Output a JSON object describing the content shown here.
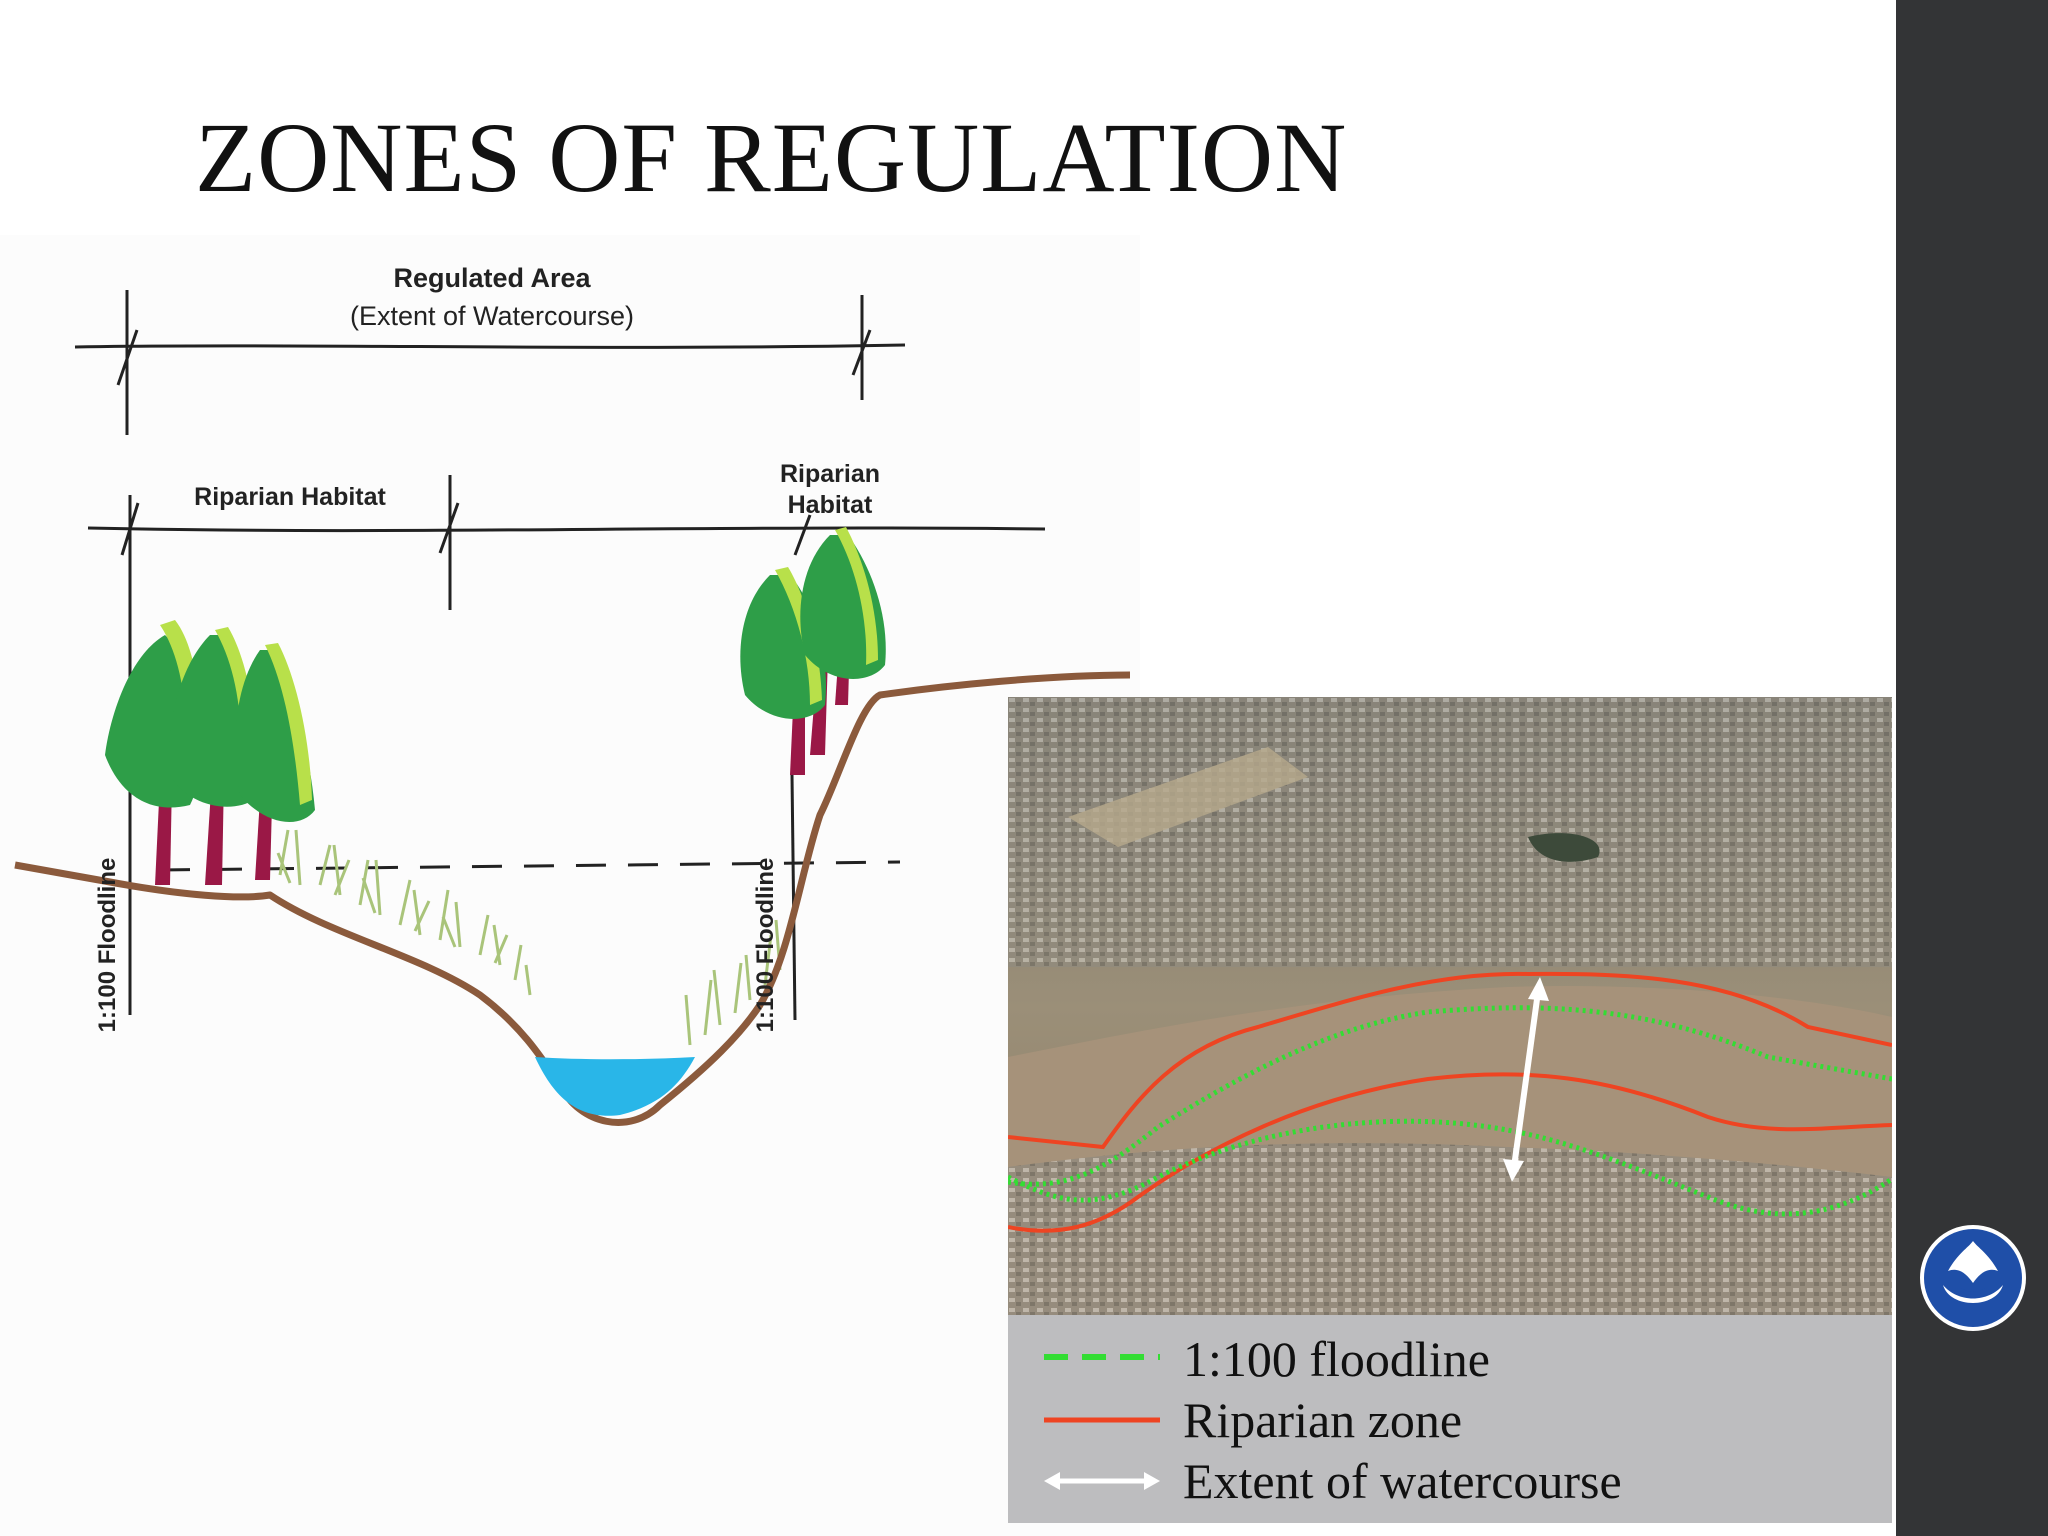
{
  "slide": {
    "title": "ZONES OF REGULATION"
  },
  "diagram": {
    "regulated_area_label": "Regulated Area",
    "regulated_area_sublabel": "(Extent of Watercourse)",
    "riparian_left_label": "Riparian Habitat",
    "riparian_right_label_line1": "Riparian",
    "riparian_right_label_line2": "Habitat",
    "floodline_left_label": "1:100 Floodline",
    "floodline_right_label": "1:100 Floodline"
  },
  "legend": {
    "items": [
      {
        "label": "1:100 floodline",
        "line_color": "#33dd33",
        "style": "dashed"
      },
      {
        "label": "Riparian zone",
        "line_color": "#ee4422",
        "style": "solid"
      },
      {
        "label": "Extent of watercourse",
        "line_color": "#ffffff",
        "style": "double-arrow"
      }
    ]
  },
  "colors": {
    "sidebar": "#333436",
    "ground": "#8b5a3c",
    "water": "#29b6e8",
    "tree_dark": "#2e9e48",
    "tree_light": "#b8e04a",
    "trunk": "#9a1846",
    "logo": "#1f4fa8"
  },
  "icons": {
    "logo": "organisation-emblem-icon"
  }
}
